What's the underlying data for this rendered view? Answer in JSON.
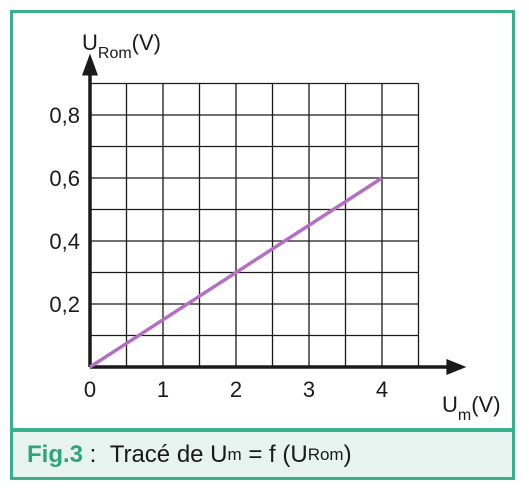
{
  "chart_data": {
    "type": "line",
    "x_axis": {
      "label_main": "U",
      "label_sub": "m",
      "label_unit": "(V)",
      "range": [
        0,
        4.8
      ],
      "ticks": [
        0,
        1,
        2,
        3,
        4
      ],
      "tick_labels": [
        "0",
        "1",
        "2",
        "3",
        "4"
      ]
    },
    "y_axis": {
      "label_main": "U",
      "label_sub": "Rom",
      "label_unit": "(V)",
      "range": [
        0,
        0.9
      ],
      "ticks": [
        0.2,
        0.4,
        0.6,
        0.8
      ],
      "tick_labels": [
        "0,2",
        "0,4",
        "0,6",
        "0,8"
      ]
    },
    "grid": true,
    "series": [
      {
        "x": [
          0,
          4
        ],
        "y": [
          0,
          0.6
        ],
        "color": "#b56fc2"
      }
    ]
  },
  "caption": {
    "fig_label": "Fig.3",
    "sep": " :  ",
    "text_a": "Tracé de U",
    "sub_a": "m",
    "text_b": " = f (U",
    "sub_b": "Rom",
    "text_c": ")"
  },
  "colors": {
    "frame": "#3aaf8b",
    "caption_bg": "#e6f3ee",
    "fig_label": "#2fa37c",
    "line": "#b56fc2"
  }
}
